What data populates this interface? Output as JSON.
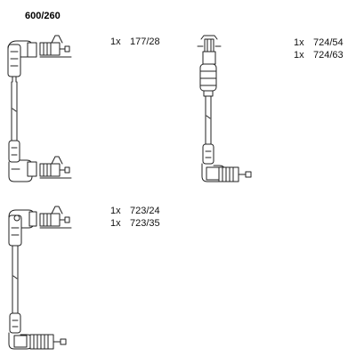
{
  "header": {
    "title": "600/260"
  },
  "lead_groups": [
    {
      "items": [
        {
          "qty": "1x",
          "part_no": "177/28"
        }
      ]
    },
    {
      "items": [
        {
          "qty": "1x",
          "part_no": "724/54"
        },
        {
          "qty": "1x",
          "part_no": "724/63"
        }
      ]
    },
    {
      "items": [
        {
          "qty": "1x",
          "part_no": "723/24"
        },
        {
          "qty": "1x",
          "part_no": "723/35"
        }
      ]
    }
  ]
}
